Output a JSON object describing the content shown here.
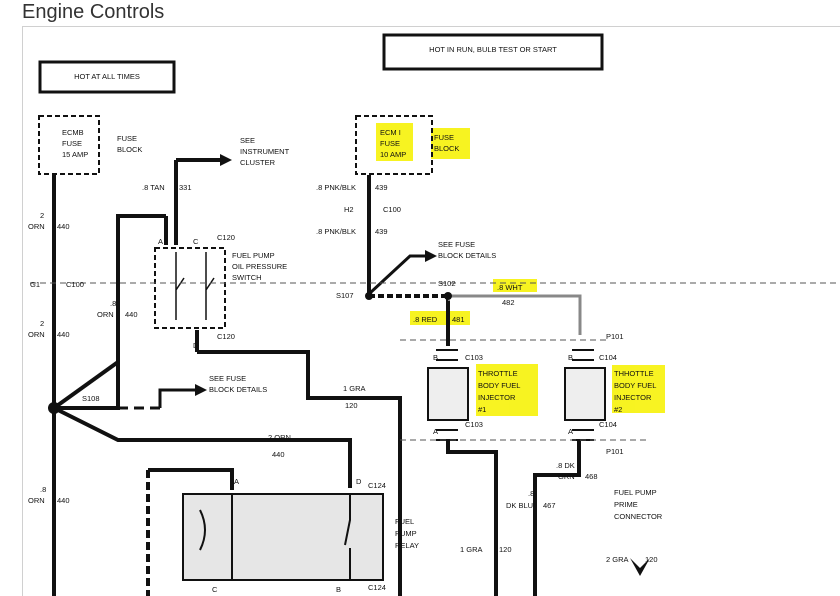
{
  "page": {
    "title": "Engine Controls"
  },
  "colors": {
    "highlight": "#f7f20a",
    "wire": "#111111",
    "background": "#ffffff"
  },
  "diagram": {
    "hot_at_all_times": "HOT AT ALL TIMES",
    "hot_in_run": "HOT IN RUN, BULB TEST OR START",
    "ecmb_fuse": [
      "ECMB",
      "FUSE",
      "15 AMP"
    ],
    "fuse_block_left": [
      "FUSE",
      "BLOCK"
    ],
    "ecm1_fuse": [
      "ECM I",
      "FUSE",
      "10 AMP"
    ],
    "fuse_block_right": [
      "FUSE",
      "BLOCK"
    ],
    "see_instrument_cluster": [
      "SEE",
      "INSTRUMENT",
      "CLUSTER"
    ],
    "tan_wire": ".8 TAN",
    "tan_circuit": "331",
    "pnk_blk_1": ".8 PNK/BLK",
    "pnk_439_1": "439",
    "h2": "H2",
    "c100_top": "C100",
    "pnk_blk_2": ".8 PNK/BLK",
    "pnk_439_2": "439",
    "see_fuse_block_details_top": [
      "SEE FUSE",
      "BLOCK DETAILS"
    ],
    "s107": "S107",
    "s102": "S102",
    "wht_wire": ".8 WHT",
    "wht_circuit": "482",
    "red_wire": ".8 RED",
    "red_circuit": "481",
    "p101_top": "P101",
    "c103_b": "C103",
    "c104_b": "C104",
    "conn_b1": "B",
    "conn_b2": "B",
    "injector1": [
      "THROTTLE",
      "BODY FUEL",
      "INJECTOR",
      "#1"
    ],
    "injector2": [
      "THHOTTLE",
      "BODY FUEL",
      "INJECTOR",
      "#2"
    ],
    "conn_a1": "A",
    "conn_a2": "A",
    "c103_a": "C103",
    "c104_a": "C104",
    "p101_bottom": "P101",
    "orn_wire_top": [
      "2",
      "ORN"
    ],
    "orn_440_top": "440",
    "g1": "G1",
    "c100_left": "C100",
    "orn_mid": [
      ".8",
      "ORN"
    ],
    "orn_440_mid": "440",
    "orn_low": [
      "2",
      "ORN"
    ],
    "orn_440_low": "440",
    "conn_a_top": "A",
    "conn_c_top": "C",
    "c120_top": "C120",
    "fuel_pump_oil_pressure": [
      "FUEL PUMP",
      "OIL PRESSURE",
      "SWITCH"
    ],
    "conn_d": "D",
    "c120_bottom": "C120",
    "s108": "S108",
    "see_fuse_block_details_left": [
      "SEE FUSE",
      "BLOCK DETAILS"
    ],
    "gra_wire": "1 GRA",
    "gra_circuit": "120",
    "orn_wire_2": "2 ORN",
    "orn_circuit_2": "440",
    "relay_a": "A",
    "relay_d": "D",
    "c124_top": "C124",
    "fuel_pump_relay": [
      "FUEL",
      "PUMP",
      "RELAY"
    ],
    "orn_bottom": [
      ".8",
      "ORN"
    ],
    "orn_440_bottom": "440",
    "dk_grn": [
      ".8 DK",
      "GRN"
    ],
    "dk_grn_circuit": "468",
    "dk_blu": [
      ".8",
      "DK BLU"
    ],
    "dk_blu_circuit": "467",
    "fuel_pump_prime": [
      "FUEL PUMP",
      "PRIME",
      "CONNECTOR"
    ],
    "gra_1_bottom": "1 GRA",
    "gra_1_circuit": "120",
    "gra_2_bottom": "2 GRA",
    "gra_2_circuit": "120",
    "relay_c": "C",
    "relay_b": "B",
    "c124_bottom": "C124"
  }
}
